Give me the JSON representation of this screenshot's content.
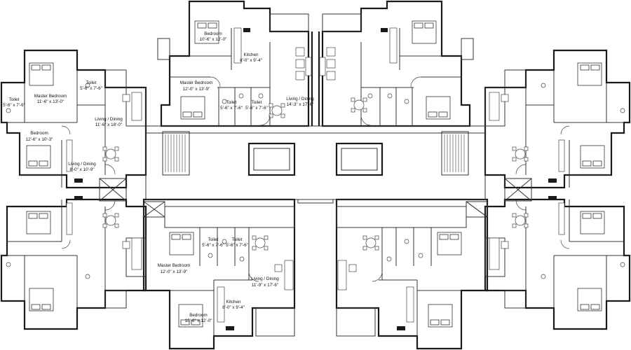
{
  "rooms": {
    "top_bedroom": {
      "name": "Bedroom",
      "dim": "10'-6\" x 12'-0\""
    },
    "top_kitchen": {
      "name": "Kitchen",
      "dim": "8'-0\" x 9'-4\""
    },
    "top_master": {
      "name": "Master Bedroom",
      "dim": "12'-0\" x 13'-9\""
    },
    "top_toilet_a": {
      "name": "Toilet",
      "dim": "5'-6\" x 7'-6\""
    },
    "top_toilet_b": {
      "name": "Toilet",
      "dim": "5'-6\" x 7'-6\""
    },
    "top_living": {
      "name": "Living / Dining",
      "dim": "14'-3\" x 17'-6\""
    },
    "left_toilet_a": {
      "name": "Toilet",
      "dim": "5'-6\" x 7'-6\""
    },
    "left_master": {
      "name": "Master Bedroom",
      "dim": "11'-6\" x 13'-0\""
    },
    "left_toilet_b": {
      "name": "Toilet",
      "dim": "5'-6\" x 7'-6\""
    },
    "left_living": {
      "name": "Living / Dining",
      "dim": "11'-6\" x 18'-0\""
    },
    "left_bedroom": {
      "name": "Bedroom",
      "dim": "12'-6\" x 10'-3\""
    },
    "left_living_b": {
      "name": "Living / Dining",
      "dim": "8'-0\" x 10'-9\""
    },
    "bot_toilet_a": {
      "name": "Toilet",
      "dim": "5'-6\" x 7'-6\""
    },
    "bot_toilet_b": {
      "name": "Toilet",
      "dim": "5'-6\" x 7'-6\""
    },
    "bot_master": {
      "name": "Master Bedroom",
      "dim": "12'-0\" x 13'-9\""
    },
    "bot_living": {
      "name": "Living / Dining",
      "dim": "11'-9\" x 17'-6\""
    },
    "bot_kitchen": {
      "name": "Kitchen",
      "dim": "8'-0\" x 9'-4\""
    },
    "bot_bedroom": {
      "name": "Bedroom",
      "dim": "10'-6\" x 12'-0\""
    }
  }
}
